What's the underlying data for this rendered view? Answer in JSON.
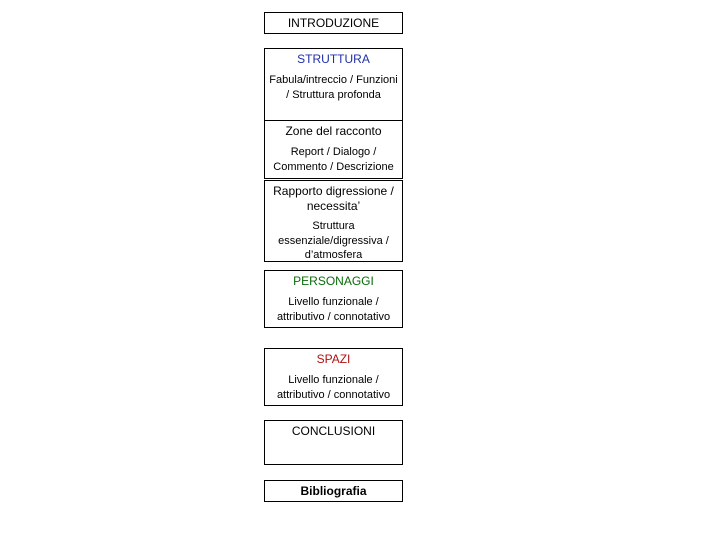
{
  "colors": {
    "struttura": "#1f2fa8",
    "personaggi": "#0a6b0a",
    "spazi": "#b01010",
    "default": "#000000"
  },
  "boxes": {
    "introduzione": {
      "title": "INTRODUZIONE"
    },
    "struttura": {
      "title": "STRUTTURA",
      "subtitle": "Fabula/intreccio / Funzioni / Struttura profonda"
    },
    "zone": {
      "title": "Zone del racconto",
      "subtitle": "Report / Dialogo / Commento / Descrizione"
    },
    "rapporto": {
      "title": "Rapporto digressione / necessita’",
      "subtitle": "Struttura essenziale/digressiva / d’atmosfera"
    },
    "personaggi": {
      "title": "PERSONAGGI",
      "subtitle": "Livello funzionale / attributivo / connotativo"
    },
    "spazi": {
      "title": "SPAZI",
      "subtitle": "Livello funzionale / attributivo / connotativo"
    },
    "conclusioni": {
      "title": "CONCLUSIONI"
    },
    "bibliografia": {
      "title": "Bibliografia"
    }
  }
}
